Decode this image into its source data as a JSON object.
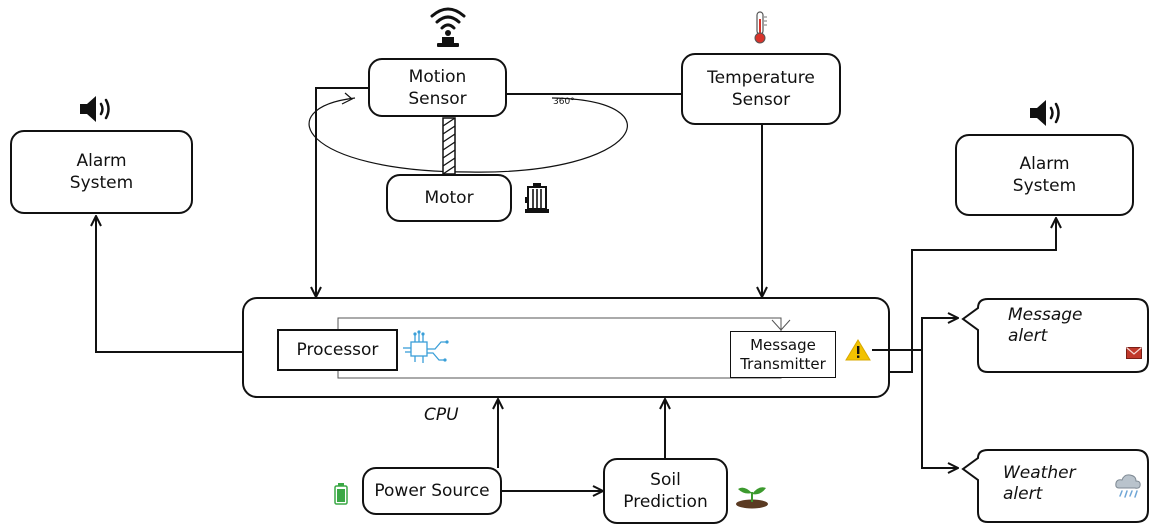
{
  "nodes": {
    "motion_sensor": "Motion\nSensor",
    "temperature_sensor": "Temperature\nSensor",
    "motor": "Motor",
    "alarm_left": "Alarm\nSystem",
    "alarm_right": "Alarm\nSystem",
    "processor": "Processor",
    "message_transmitter": "Message\nTransmitter",
    "power_source": "Power Source",
    "soil_prediction": "Soil\nPrediction",
    "message_alert": "Message\nalert",
    "weather_alert": "Weather\nalert"
  },
  "labels": {
    "cpu": "CPU",
    "rotation": "360°"
  },
  "icons": {
    "wifi": "wifi-signal-icon",
    "thermometer": "thermometer-icon",
    "speaker": "speaker-icon",
    "motor": "motor-icon",
    "chip": "circuit-chip-icon",
    "warning": "warning-icon",
    "envelope": "envelope-icon",
    "weather": "rain-cloud-icon",
    "battery": "battery-icon",
    "plant": "sprout-icon"
  },
  "colors": {
    "line": "#111111",
    "thermometer_red": "#d9332b",
    "warning_yellow": "#f2c200",
    "envelope_red": "#c0392b",
    "battery_green": "#3aa845",
    "plant_green": "#3c9a2e",
    "chip_blue": "#3a9fd8"
  }
}
